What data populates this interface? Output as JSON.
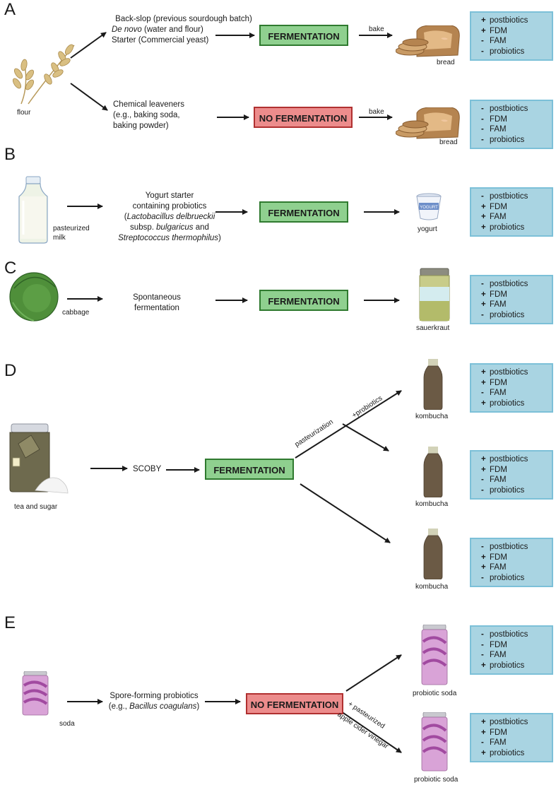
{
  "panels": {
    "A": {
      "letter": "A",
      "source_label": "flour",
      "top_inputs": [
        "Back-slop (previous sourdough batch)",
        "De novo",
        " (water and flour)",
        "Starter (Commercial yeast)"
      ],
      "bottom_inputs": [
        "Chemical leaveners",
        "(e.g., baking soda,",
        "baking powder)"
      ],
      "process_top": "FERMENTATION",
      "process_bottom": "NO FERMENTATION",
      "step_label_top": "bake",
      "step_label_bottom": "bake",
      "product_top": "bread",
      "product_bottom": "bread",
      "outcome_top": [
        [
          "+",
          "postbiotics"
        ],
        [
          "+",
          "FDM"
        ],
        [
          "-",
          "FAM"
        ],
        [
          "-",
          "probiotics"
        ]
      ],
      "outcome_bottom": [
        [
          "-",
          "postbiotics"
        ],
        [
          "-",
          "FDM"
        ],
        [
          "-",
          "FAM"
        ],
        [
          "-",
          "probiotics"
        ]
      ]
    },
    "B": {
      "letter": "B",
      "source_label_1": "pasteurized",
      "source_label_2": "milk",
      "input_1": "Yogurt starter",
      "input_2": "containing probiotics",
      "input_3a": "(",
      "input_3b": "Lactobacillus delbrueckii",
      "input_4a": "subsp. ",
      "input_4b": "bulgaricus",
      "input_4c": " and",
      "input_5a": "Streptococcus thermophilus",
      "input_5b": ")",
      "process": "FERMENTATION",
      "cup_label": "YOGURT",
      "product": "yogurt",
      "outcome": [
        [
          "-",
          "postbiotics"
        ],
        [
          "+",
          "FDM"
        ],
        [
          "+",
          "FAM"
        ],
        [
          "+",
          "probiotics"
        ]
      ]
    },
    "C": {
      "letter": "C",
      "source_label": "cabbage",
      "input_1": "Spontaneous",
      "input_2": "fermentation",
      "process": "FERMENTATION",
      "product": "sauerkraut",
      "outcome": [
        [
          "-",
          "postbiotics"
        ],
        [
          "+",
          "FDM"
        ],
        [
          "+",
          "FAM"
        ],
        [
          "-",
          "probiotics"
        ]
      ]
    },
    "D": {
      "letter": "D",
      "source_label": "tea and sugar",
      "input": "SCOBY",
      "process": "FERMENTATION",
      "branch_label_1": "pasteurization",
      "branch_label_2": "+probiotics",
      "product_1": "kombucha",
      "product_2": "kombucha",
      "product_3": "kombucha",
      "outcome_1": [
        [
          "+",
          "postbiotics"
        ],
        [
          "+",
          "FDM"
        ],
        [
          "-",
          "FAM"
        ],
        [
          "+",
          "probiotics"
        ]
      ],
      "outcome_2": [
        [
          "+",
          "postbiotics"
        ],
        [
          "+",
          "FDM"
        ],
        [
          "-",
          "FAM"
        ],
        [
          "-",
          "probiotics"
        ]
      ],
      "outcome_3": [
        [
          "-",
          "postbiotics"
        ],
        [
          "+",
          "FDM"
        ],
        [
          "+",
          "FAM"
        ],
        [
          "-",
          "probiotics"
        ]
      ]
    },
    "E": {
      "letter": "E",
      "source_label": "soda",
      "input_1": "Spore-forming probiotics",
      "input_2a": "(e.g., ",
      "input_2b": "Bacillus coagulans",
      "input_2c": ")",
      "process": "NO FERMENTATION",
      "branch_label_1": "+ pasteurized",
      "branch_label_2": "apple cider vinegar",
      "product_1": "probiotic soda",
      "product_2": "probiotic soda",
      "outcome_1": [
        [
          "-",
          "postbiotics"
        ],
        [
          "-",
          "FDM"
        ],
        [
          "-",
          "FAM"
        ],
        [
          "+",
          "probiotics"
        ]
      ],
      "outcome_2": [
        [
          "+",
          "postbiotics"
        ],
        [
          "+",
          "FDM"
        ],
        [
          "-",
          "FAM"
        ],
        [
          "+",
          "probiotics"
        ]
      ]
    }
  },
  "colors": {
    "fermentation_fill": "#8fd08f",
    "no_fermentation_fill": "#ec8c8c",
    "outcome_fill": "#a9d4e2"
  }
}
